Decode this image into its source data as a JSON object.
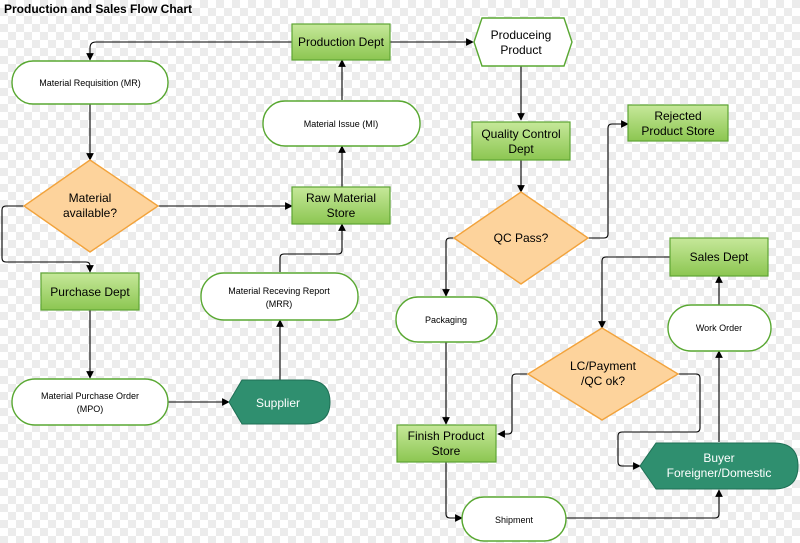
{
  "title": "Production and Sales Flow Chart",
  "colors": {
    "green_box_top": "#c6e89a",
    "green_box_bottom": "#8cc651",
    "green_border": "#5ea534",
    "diamond_fill": "#fdd39c",
    "diamond_border": "#f2a33c",
    "teal_fill": "#2f8f6f",
    "teal_text": "#ffffff",
    "rounded_border": "#59a832",
    "connector": "#000000"
  },
  "nodes": {
    "production_dept": "Production Dept",
    "producing_product": [
      "Produceing",
      "Product"
    ],
    "material_requisition": "Material Requisition (MR)",
    "material_issue": "Material Issue (MI)",
    "quality_control": [
      "Quality Control",
      "Dept"
    ],
    "rejected_store": [
      "Rejected",
      "Product Store"
    ],
    "material_available": [
      "Material",
      "available?"
    ],
    "raw_material_store": [
      "Raw Material",
      "Store"
    ],
    "qc_pass": "QC Pass?",
    "sales_dept": "Sales Dept",
    "purchase_dept": "Purchase Dept",
    "material_receiving_report": [
      "Material Receving Report",
      "(MRR)"
    ],
    "packaging": "Packaging",
    "work_order": "Work Order",
    "lc_payment": [
      "LC/Payment",
      "/QC ok?"
    ],
    "material_purchase_order": [
      "Material Purchase Order",
      "(MPO)"
    ],
    "supplier": "Supplier",
    "finish_product_store": [
      "Finish Product",
      "Store"
    ],
    "buyer": [
      "Buyer",
      "Foreigner/Domestic"
    ],
    "shipment": "Shipment"
  }
}
